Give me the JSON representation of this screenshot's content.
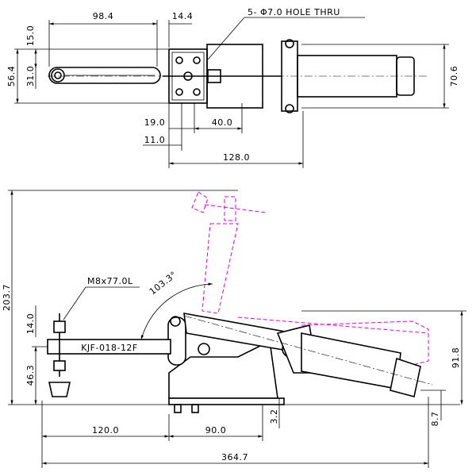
{
  "colors": {
    "line": "#000000",
    "ghost": "#e000e0",
    "background": "#ffffff"
  },
  "top_view": {
    "dim_98_4": "98.4",
    "dim_14_4": "14.4",
    "dim_15_0": "15.0",
    "dim_31_0": "31.0",
    "dim_56_4": "56.4",
    "dim_70_6": "70.6",
    "dim_19_0": "19.0",
    "dim_40_0": "40.0",
    "dim_11_0": "11.0",
    "dim_128_0": "128.0",
    "hole_note": "5- Φ7.0 HOLE THRU"
  },
  "side_view": {
    "dim_203_7": "203.7",
    "dim_14_0": "14.0",
    "dim_46_3": "46.3",
    "dim_91_8": "91.8",
    "dim_8_7": "8.7",
    "dim_3_2": "3.2",
    "dim_120_0": "120.0",
    "dim_90_0": "90.0",
    "dim_364_7": "364.7",
    "angle": "103.3°",
    "spindle_label": "M8x77.0L",
    "model_label": "KJF-018-12F"
  }
}
